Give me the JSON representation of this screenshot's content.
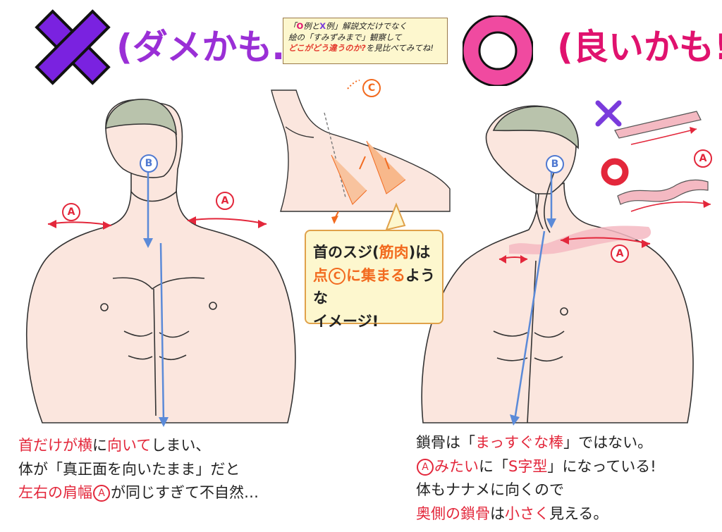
{
  "header": {
    "bad_verdict": "(ダメかも…)",
    "good_verdict": "(良いかも!)",
    "note_line1_open": "「",
    "note_line1_o": "O",
    "note_line1_mid": "例と",
    "note_line1_x": "X",
    "note_line1_rest": "例」解説文だけでなく",
    "note_line2": "絵の「すみずみまで」観察して",
    "note_line3_hl": "どこがどう違うのか?",
    "note_line3_rest": "を見比べてみてね!"
  },
  "labels": {
    "a": "A",
    "b": "B",
    "c": "C"
  },
  "callout": {
    "line1_a": "首のスジ(",
    "line1_hl": "筋肉",
    "line1_b": ")は",
    "line2_hl1": "点",
    "line2_hl2": "に集まる",
    "line2_rest": "ような",
    "line3": "イメージ!"
  },
  "caption_left": {
    "line1_red1": "首だけが横",
    "line1_a": "に",
    "line1_red2": "向いて",
    "line1_b": "しまい、",
    "line2": "体が「真正面を向いたまま」だと",
    "line3_red": "左右の肩幅",
    "line3_rest": "が同じすぎて不自然…"
  },
  "caption_right": {
    "line1_a": "鎖骨は「",
    "line1_hl": "まっすぐな棒",
    "line1_b": "」ではない。",
    "line2_hl1": "みたい",
    "line2_a": "に「",
    "line2_hl2": "S字型",
    "line2_b": "」になっている!",
    "line3": "体もナナメに向くので",
    "line4_hl1": "奥側の鎖骨",
    "line4_a": "は",
    "line4_hl2": "小さく",
    "line4_b": "見える。"
  },
  "colors": {
    "purple": "#7a3bdc",
    "pink": "#e0126e",
    "red": "#e3273b",
    "orange": "#f26a1f",
    "blue": "#5b8ad8",
    "skin": "#fbe6de",
    "hair": "#b9c3ac"
  },
  "icons": {
    "bad": "purple-x-mark",
    "good": "pink-circle-mark"
  }
}
